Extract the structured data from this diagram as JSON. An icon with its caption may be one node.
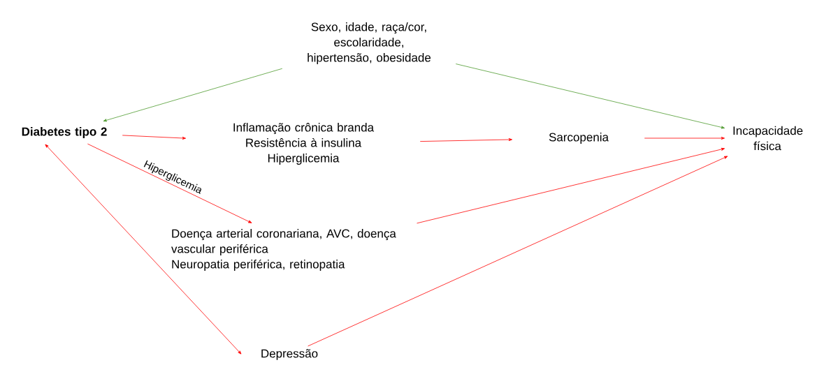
{
  "diagram": {
    "nodes": [
      {
        "text": [
          "Sexo, idade, raça/cor, escolaridade, hipertensão, obesidade"
        ]
      },
      {
        "text": [
          "Diabetes tipo 2"
        ]
      },
      {
        "text": [
          "Inflamação crônica branda",
          "Resistência à insulina",
          "Hiperglicemia"
        ]
      },
      {
        "text": [
          "Sarcopenia"
        ]
      },
      {
        "text": [
          "Incapacidade física"
        ]
      },
      {
        "text": [
          "Doença arterial coronariana, AVC, doença vascular periférica",
          "Neuropatia periférica, retinopatia"
        ]
      },
      {
        "text": [
          "Depressão"
        ]
      }
    ],
    "edges": [
      {
        "from": 0,
        "to": 1,
        "arrow": "to",
        "color": "#4e9a2e"
      },
      {
        "from": 0,
        "to": 4,
        "arrow": "to",
        "color": "#4e9a2e"
      },
      {
        "from": 1,
        "to": 2,
        "arrow": "to"
      },
      {
        "from": 2,
        "to": 3,
        "arrow": "to"
      },
      {
        "from": 3,
        "to": 4,
        "arrow": "to"
      },
      {
        "from": 1,
        "to": 5,
        "arrow": "to",
        "label": "Hiperglicemia"
      },
      {
        "from": 5,
        "to": 4,
        "arrow": "to"
      },
      {
        "from": 6,
        "to": 1,
        "arrow": "both"
      },
      {
        "from": 6,
        "to": 4,
        "arrow": "to"
      }
    ]
  }
}
